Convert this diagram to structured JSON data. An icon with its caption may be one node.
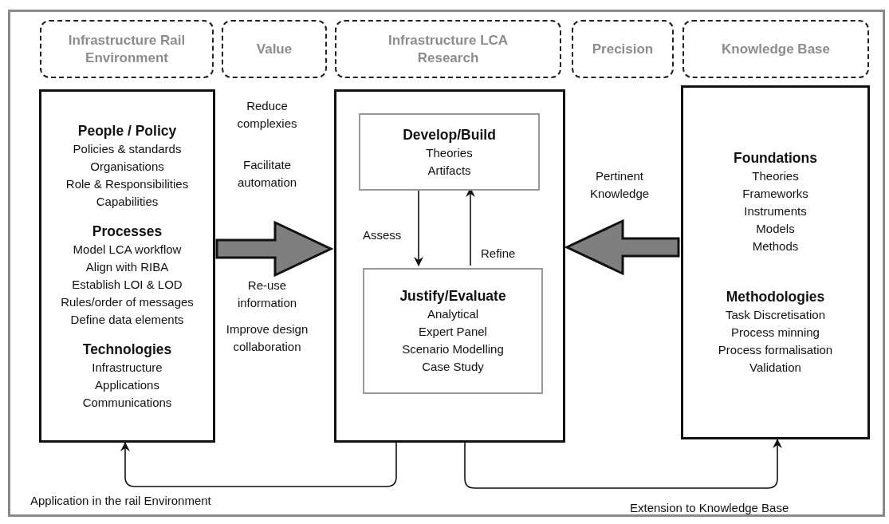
{
  "diagram": {
    "nodes": [
      {
        "text": [
          "Infrastructure Rail Environment"
        ]
      },
      {
        "text": [
          "Value"
        ]
      },
      {
        "text": [
          "Infrastructure LCA Research"
        ]
      },
      {
        "text": [
          "Precision"
        ]
      },
      {
        "text": [
          "Knowledge Base"
        ]
      },
      {
        "text": [
          "People / Policy",
          "Policies & standards",
          "Organisations",
          "Role & Responsibilities",
          "Capabilities",
          "Processes",
          "Model LCA workflow",
          "Align with RIBA",
          "Establish LOI & LOD",
          "Rules/order of messages",
          "Define data elements",
          "Technologies",
          "Infrastructure",
          "Applications",
          "Communications"
        ]
      },
      {
        "text": [],
        "shape": "box"
      },
      {
        "text": [
          "Develop/Build",
          "Theories",
          "Artifacts"
        ],
        "in": 6
      },
      {
        "text": [
          "Justify/Evaluate",
          "Analytical",
          "Expert Panel",
          "Scenario Modelling",
          "Case Study"
        ],
        "in": 6
      },
      {
        "text": [
          "Foundations",
          "Theories",
          "Frameworks",
          "Instruments",
          "Models",
          "Methods",
          "Methodologies",
          "Task Discretisation",
          "Process minning",
          "Process formalisation",
          "Validation"
        ]
      }
    ],
    "edges": [
      {
        "from": 5,
        "to": 6,
        "arrow": "to",
        "style": "thick",
        "color": "#7f7f7f"
      },
      {
        "from": 9,
        "to": 6,
        "arrow": "to",
        "style": "thick",
        "color": "#7f7f7f",
        "label": "Pertinent Knowledge"
      },
      {
        "from": 7,
        "to": 8,
        "arrow": "to",
        "label": "Assess"
      },
      {
        "from": 8,
        "to": 7,
        "arrow": "to",
        "label": "Refine"
      },
      {
        "from": 6,
        "to": 5,
        "arrow": "to",
        "label": "Application in the rail Environment"
      },
      {
        "from": 6,
        "to": 9,
        "arrow": "to",
        "label": "Extension to Knowledge Base"
      }
    ],
    "labels": [
      "Reduce complexies",
      "Facilitate automation",
      "Re-use information",
      "Improve design collaboration"
    ]
  }
}
